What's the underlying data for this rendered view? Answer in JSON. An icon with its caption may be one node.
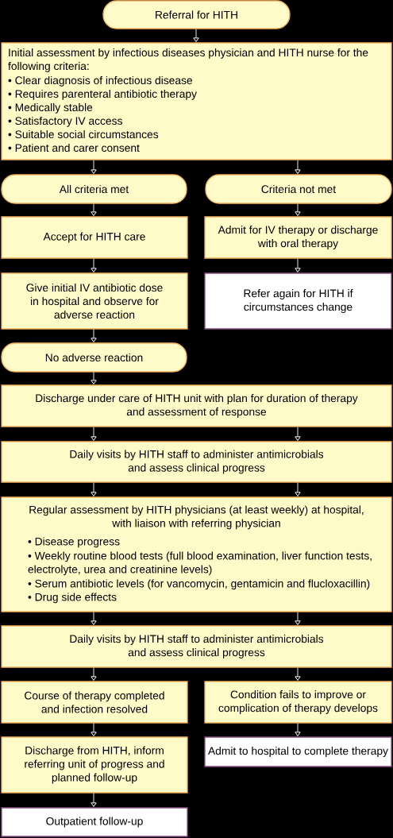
{
  "diagram": {
    "nodes": [
      {
        "text": [
          "Referral for HITH"
        ]
      },
      {
        "text": [
          "Initial assessment by infectious diseases physician and HITH nurse for the following criteria:",
          "• Clear diagnosis of infectious disease",
          "• Requires parenteral antibiotic therapy",
          "• Medically stable",
          "• Satisfactory IV access",
          "• Suitable social circumstances",
          "• Patient and carer consent"
        ]
      },
      {
        "text": [
          "All criteria met"
        ]
      },
      {
        "text": [
          "Criteria not met"
        ]
      },
      {
        "text": [
          "Accept for HITH care"
        ]
      },
      {
        "text": [
          "Admit for IV therapy or discharge with oral therapy"
        ]
      },
      {
        "text": [
          "Give initial IV antibiotic dose in hospital and observe for adverse reaction"
        ]
      },
      {
        "text": [
          "Refer again for HITH if circumstances change"
        ]
      },
      {
        "text": [
          "No adverse reaction"
        ]
      },
      {
        "text": [
          "Discharge under care of HITH unit with plan for duration of therapy and assessment of response"
        ]
      },
      {
        "text": [
          "Daily visits by HITH staff to administer antimicrobials and assess clinical progress"
        ]
      },
      {
        "text": [
          "Regular assessment by HITH physicians (at least weekly) at hospital, with liaison with referring physician",
          "• Disease progress",
          "• Weekly routine blood tests (full blood examination, liver function tests, electrolyte, urea and creatinine levels)",
          "• Serum antibiotic levels (for vancomycin, gentamicin and flucloxacillin)",
          "• Drug side effects"
        ]
      },
      {
        "text": [
          "Daily visits by HITH staff to administer antimicrobials and assess clinical progress"
        ]
      },
      {
        "text": [
          "Course of therapy completed and infection resolved"
        ]
      },
      {
        "text": [
          "Condition fails to improve or complication of therapy develops"
        ]
      },
      {
        "text": [
          "Discharge from HITH, inform referring unit of progress and planned follow-up"
        ]
      },
      {
        "text": [
          "Admit to hospital to complete therapy"
        ]
      },
      {
        "text": [
          "Outpatient follow-up"
        ]
      }
    ],
    "edges": [
      {
        "from": 0,
        "to": 1,
        "arrow": "to"
      },
      {
        "from": 1,
        "to": 2,
        "arrow": "to"
      },
      {
        "from": 1,
        "to": 3,
        "arrow": "to"
      },
      {
        "from": 2,
        "to": 4,
        "arrow": "to"
      },
      {
        "from": 3,
        "to": 5,
        "arrow": "to"
      },
      {
        "from": 4,
        "to": 6,
        "arrow": "to"
      },
      {
        "from": 5,
        "to": 7,
        "arrow": "to"
      },
      {
        "from": 6,
        "to": 8,
        "arrow": "to"
      },
      {
        "from": 8,
        "to": 9,
        "arrow": "to"
      },
      {
        "from": 9,
        "to": 10,
        "arrow": "to"
      },
      {
        "from": 9,
        "to": 10,
        "arrow": "to"
      },
      {
        "from": 10,
        "to": 11,
        "arrow": "to"
      },
      {
        "from": 10,
        "to": 11,
        "arrow": "to"
      },
      {
        "from": 11,
        "to": 12,
        "arrow": "to"
      },
      {
        "from": 11,
        "to": 12,
        "arrow": "to"
      },
      {
        "from": 12,
        "to": 13,
        "arrow": "to"
      },
      {
        "from": 12,
        "to": 14,
        "arrow": "to"
      },
      {
        "from": 13,
        "to": 15,
        "arrow": "to"
      },
      {
        "from": 15,
        "to": 17,
        "arrow": "to"
      },
      {
        "from": 14,
        "to": 16,
        "arrow": "to"
      }
    ]
  }
}
